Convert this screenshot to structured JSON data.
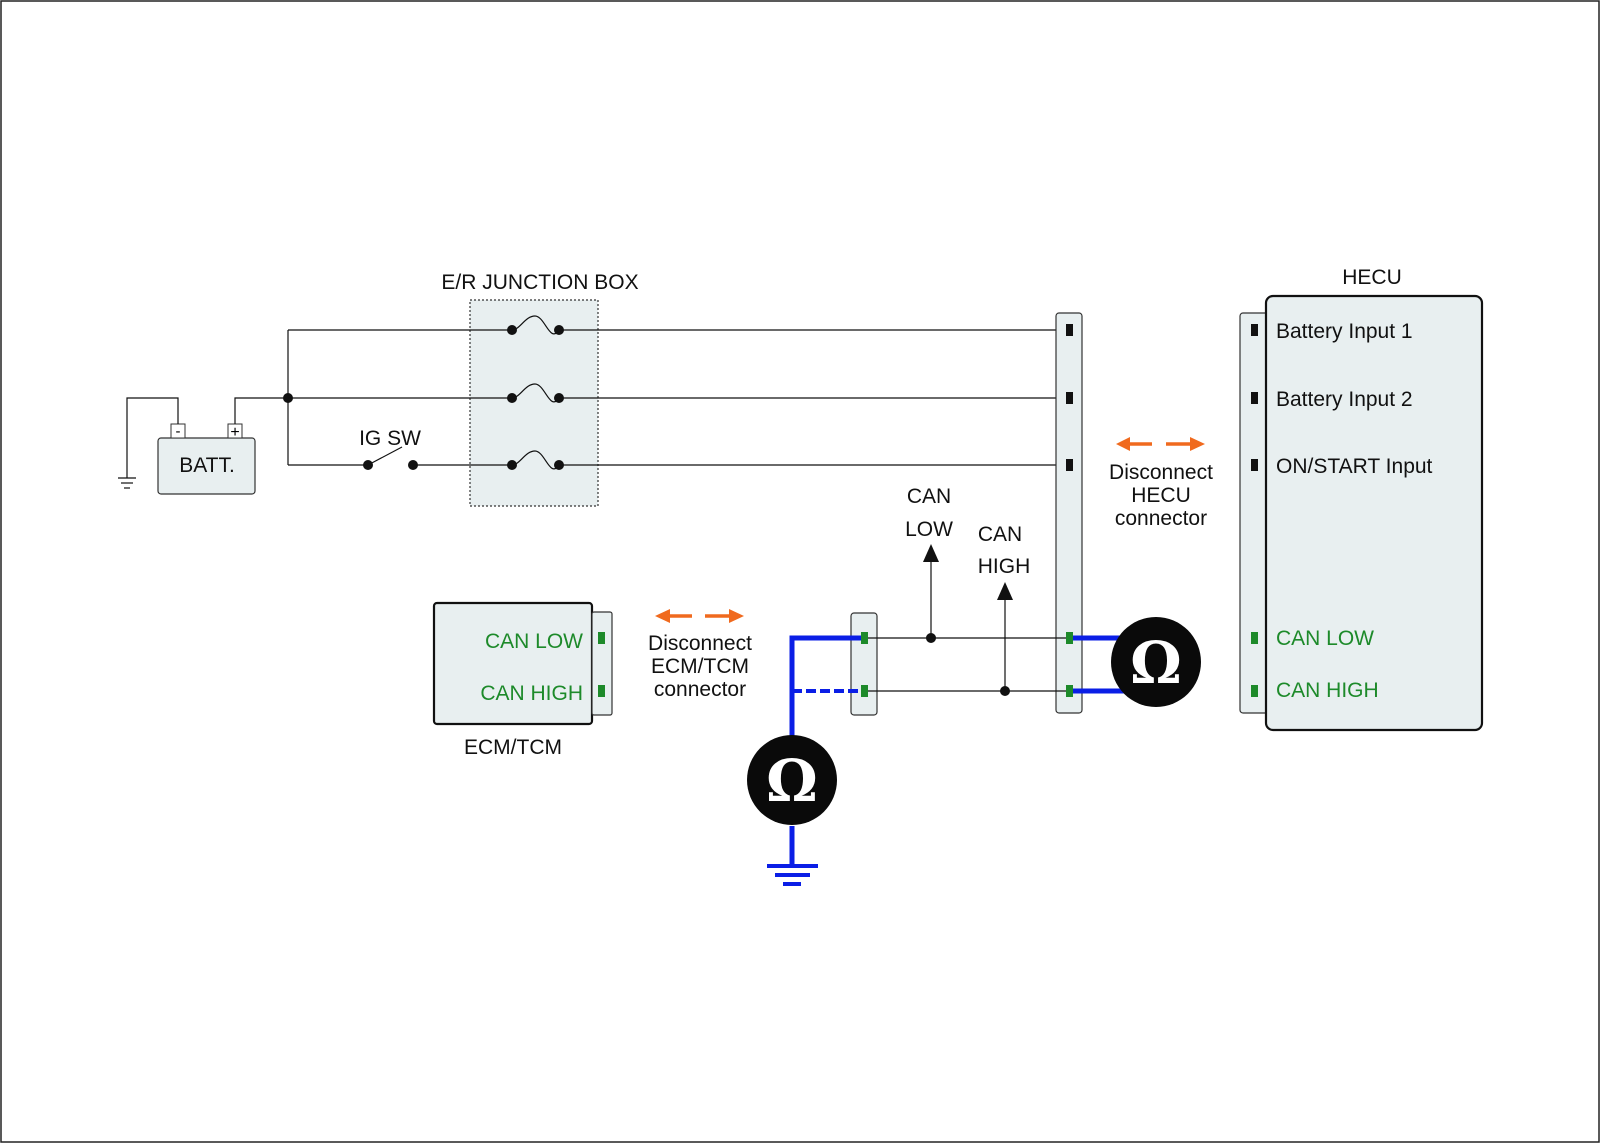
{
  "junction_box": {
    "label": "E/R JUNCTION BOX"
  },
  "battery": {
    "label": "BATT.",
    "minus": "-",
    "plus": "+"
  },
  "ig_switch": {
    "label": "IG SW"
  },
  "hecu": {
    "title": "HECU",
    "pins": [
      "Battery Input 1",
      "Battery Input 2",
      "ON/START Input",
      "CAN LOW",
      "CAN HIGH"
    ]
  },
  "ecm": {
    "title": "ECM/TCM",
    "pins": [
      "CAN LOW",
      "CAN HIGH"
    ]
  },
  "can_taps": {
    "low": [
      "CAN",
      "LOW"
    ],
    "high": [
      "CAN",
      "HIGH"
    ]
  },
  "disconnect_hecu": [
    "Disconnect",
    "HECU",
    "connector"
  ],
  "disconnect_ecm": [
    "Disconnect",
    "ECM/TCM",
    "connector"
  ],
  "meter_symbol": "Ω",
  "colors": {
    "wire": "#111111",
    "probe": "#0a1ee6",
    "arrow": "#f06a1e",
    "box_fill": "#e8eff0",
    "pin_green": "#1d8a2a",
    "pin_black": "#111111"
  }
}
